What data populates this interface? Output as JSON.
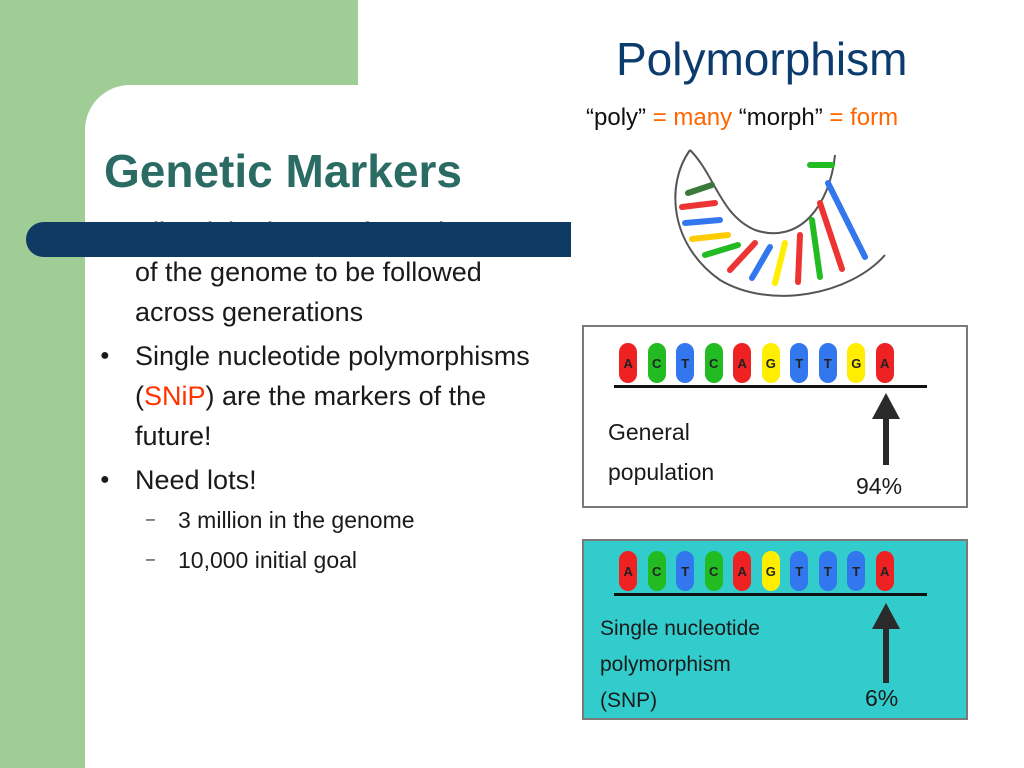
{
  "slide": {
    "title": "Polymorphism",
    "subtitle": {
      "poly": "“poly”",
      "eq1": "=",
      "many": "many",
      "morph": "“morph”",
      "eq2": "=",
      "form": "form"
    },
    "section_title": "Genetic Markers",
    "bullets": {
      "b1_hidden": "Allow inheritance of a region",
      "b1_line2": "of the genome to be followed",
      "b1_line3": "across generations",
      "b2_part1": "Single nucleotide polymorphisms (",
      "b2_snip": "SNiP",
      "b2_part2": ") are the markers of the future!",
      "b3": "Need lots!",
      "sub1": "3 million in the genome",
      "sub2": "10,000 initial goal"
    },
    "box_general": {
      "sequence": [
        "A",
        "C",
        "T",
        "C",
        "A",
        "G",
        "T",
        "T",
        "G",
        "A"
      ],
      "label_line1": "General",
      "label_line2": "population",
      "percent": "94%"
    },
    "box_snp": {
      "sequence": [
        "A",
        "C",
        "T",
        "C",
        "A",
        "G",
        "T",
        "T",
        "T",
        "A"
      ],
      "label_line1": "Single nucleotide",
      "label_line2": "polymorphism",
      "label_line3": "(SNP)",
      "percent": "6%"
    },
    "base_colors": {
      "A": "#ee2222",
      "C": "#22bb22",
      "T": "#3377ee",
      "G": "#ffee00"
    },
    "colors": {
      "green_background": "#a0cc96",
      "title_blue": "#0c3c6e",
      "section_teal": "#2a6b63",
      "accent_orange": "#ff6600",
      "snp_box": "#33cccc"
    }
  }
}
